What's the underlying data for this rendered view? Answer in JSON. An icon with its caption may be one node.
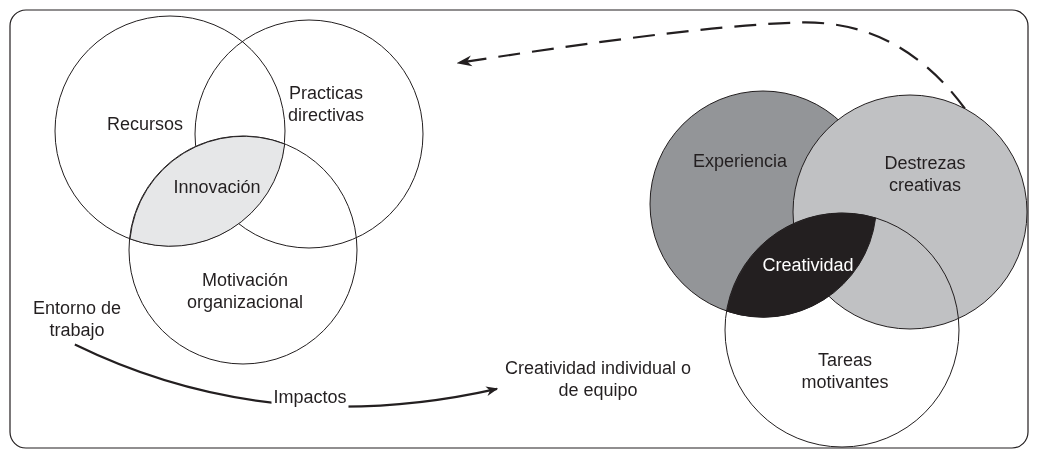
{
  "diagram": {
    "nodes": [
      {
        "text": [
          "Recursos"
        ]
      },
      {
        "text": [
          "Practicas directivas"
        ]
      },
      {
        "text": [
          "Motivación organizacional"
        ]
      },
      {
        "text": [
          "Innovación"
        ]
      },
      {
        "text": [
          "Entorno de trabajo"
        ]
      },
      {
        "text": [
          "Experiencia"
        ]
      },
      {
        "text": [
          "Destrezas creativas"
        ]
      },
      {
        "text": [
          "Tareas motivantes"
        ]
      },
      {
        "text": [
          "Creatividad"
        ]
      },
      {
        "text": [
          "Creatividad individual o de equipo"
        ]
      }
    ],
    "edges": [
      {
        "from": 4,
        "to": 9,
        "arrow": "to",
        "label": "Impactos"
      },
      {
        "from": 6,
        "to": null,
        "arrow": "to",
        "style": "dashed"
      }
    ]
  }
}
